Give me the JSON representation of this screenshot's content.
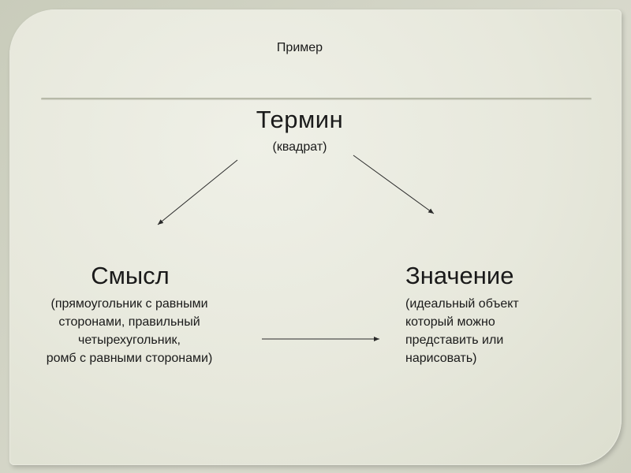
{
  "slide": {
    "example_title": "Пример",
    "term": {
      "heading": "Термин",
      "detail": "(квадрат)"
    },
    "sense": {
      "heading": "Смысл",
      "detail_lines": [
        "(прямоугольник с равными",
        "сторонами, правильный",
        "четырехугольник,",
        "ромб с равными сторонами)"
      ]
    },
    "meaning": {
      "heading": "Значение",
      "detail_lines": [
        "(идеальный  объект",
        "который можно",
        "представить или",
        "нарисовать)"
      ]
    }
  },
  "colors": {
    "text": "#1a1a1a",
    "arrow": "#2a2a2a"
  }
}
